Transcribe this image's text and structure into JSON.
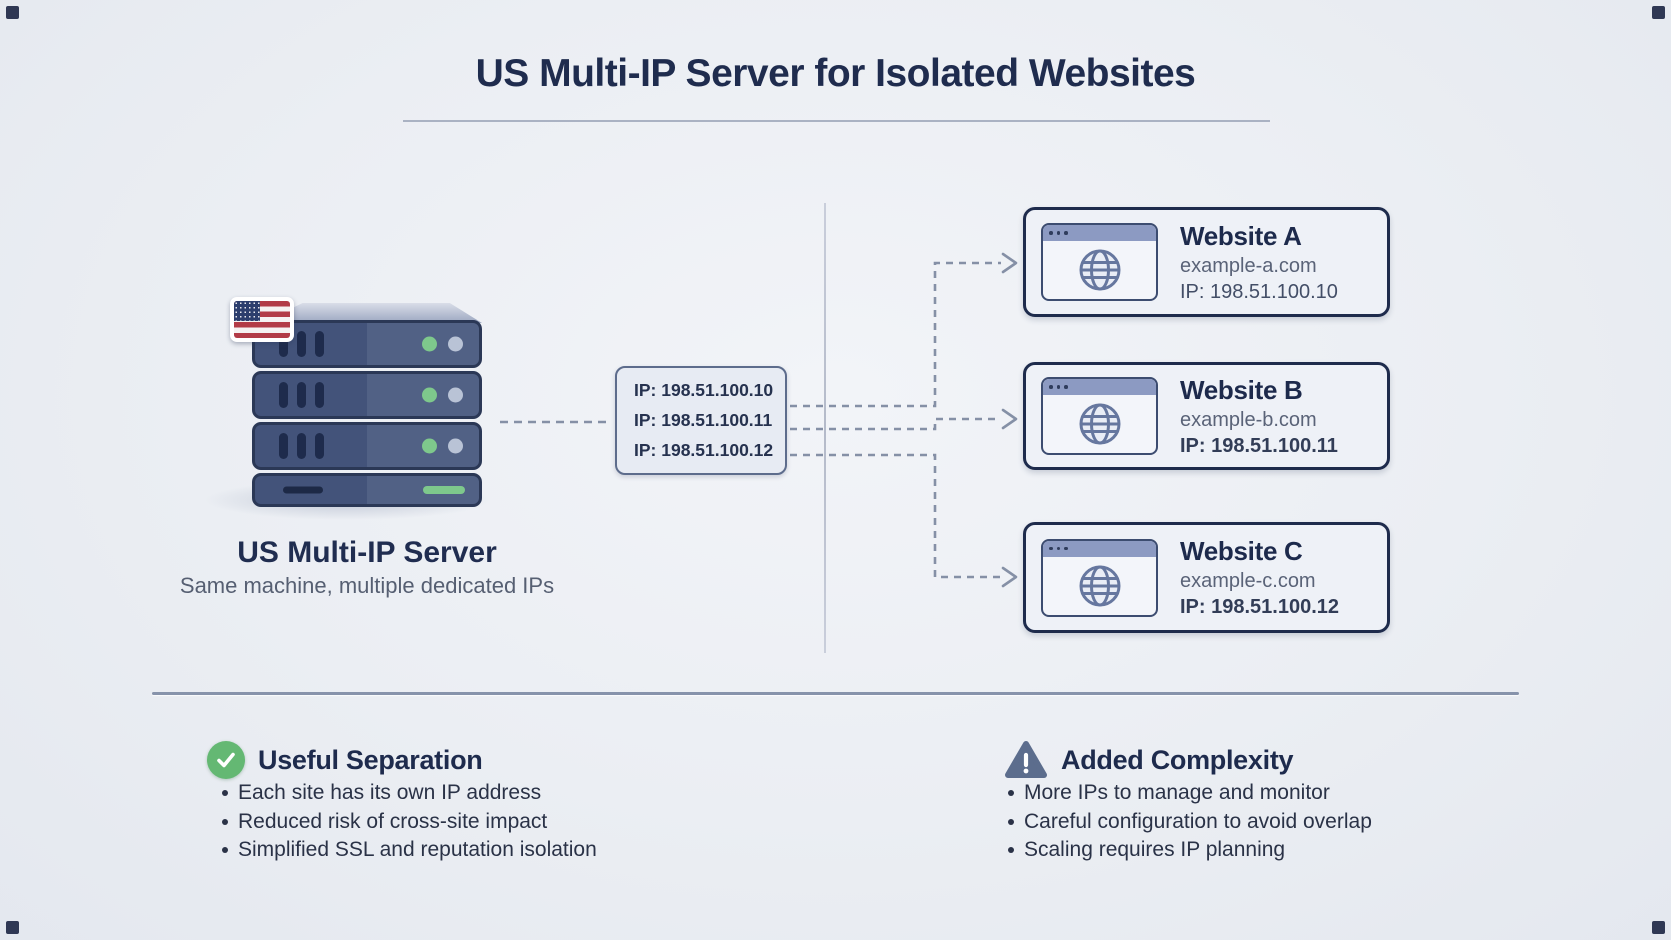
{
  "header": {
    "title": "US Multi-IP Server for Isolated Websites"
  },
  "server": {
    "label": "US Multi-IP Server",
    "sublabel": "Same machine, multiple dedicated IPs"
  },
  "ip_box": {
    "lines": [
      "IP: 198.51.100.10",
      "IP: 198.51.100.11",
      "IP: 198.51.100.12"
    ]
  },
  "websites": [
    {
      "name": "Website A",
      "domain": "example-a.com",
      "ip": "IP: 198.51.100.10"
    },
    {
      "name": "Website B",
      "domain": "example-b.com",
      "ip": "IP: 198.51.100.11"
    },
    {
      "name": "Website C",
      "domain": "example-c.com",
      "ip": "IP: 198.51.100.12"
    }
  ],
  "pros": {
    "title": "Useful Separation",
    "items": [
      "Each site has its own IP address",
      "Reduced risk of cross-site impact",
      "Simplified SSL and reputation isolation"
    ]
  },
  "cons": {
    "title": "Added Complexity",
    "items": [
      "More IPs to manage and monitor",
      "Careful configuration to avoid overlap",
      "Scaling requires IP planning"
    ]
  },
  "colors": {
    "navy": "#1e2b4c",
    "server_body": "#43537a",
    "green": "#64b873",
    "warning_slate": "#5c6d8d",
    "connector": "#8590a6",
    "background": "#edeff4"
  }
}
